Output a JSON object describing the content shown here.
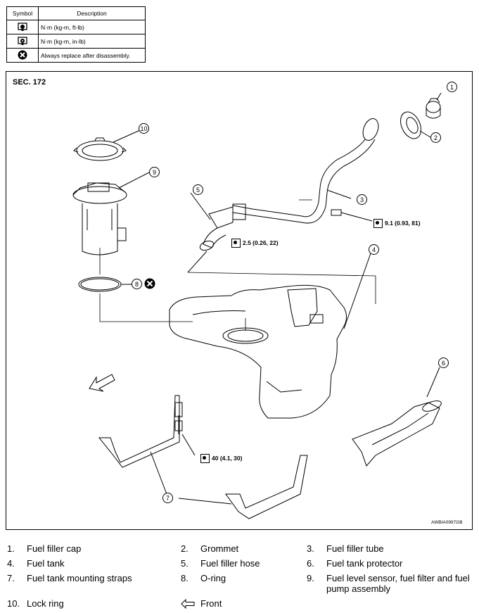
{
  "symbol_table": {
    "headers": [
      "Symbol",
      "Description"
    ],
    "rows": [
      {
        "icon": "torque-wrench-kgm-icon",
        "description": "N·m (kg-m, ft-lb)"
      },
      {
        "icon": "torque-wrench-inlb-icon",
        "description": "N·m (kg-m, in-lb)"
      },
      {
        "icon": "replace-x-icon",
        "description": "Always replace after disassembly."
      }
    ]
  },
  "diagram": {
    "section_label": "SEC. 172",
    "figure_code": "AWBIA0997GB",
    "callouts": [
      "1",
      "2",
      "3",
      "4",
      "5",
      "6",
      "7",
      "8",
      "9",
      "10"
    ],
    "torques": {
      "fuel_tube_bolt": "9.1 (0.93, 81)",
      "hose_clamp": "2.5 (0.26, 22)",
      "strap_bolt": "40 (4.1, 30)"
    }
  },
  "legend": {
    "items": [
      {
        "num": "1.",
        "label": "Fuel filler cap"
      },
      {
        "num": "2.",
        "label": "Grommet"
      },
      {
        "num": "3.",
        "label": "Fuel filler tube"
      },
      {
        "num": "4.",
        "label": "Fuel tank"
      },
      {
        "num": "5.",
        "label": "Fuel filler hose"
      },
      {
        "num": "6.",
        "label": "Fuel tank protector"
      },
      {
        "num": "7.",
        "label": "Fuel tank mounting straps"
      },
      {
        "num": "8.",
        "label": "O-ring"
      },
      {
        "num": "9.",
        "label": "Fuel level sensor, fuel filter and fuel pump assembly"
      },
      {
        "num": "10.",
        "label": "Lock ring"
      }
    ],
    "front_label": "Front"
  }
}
